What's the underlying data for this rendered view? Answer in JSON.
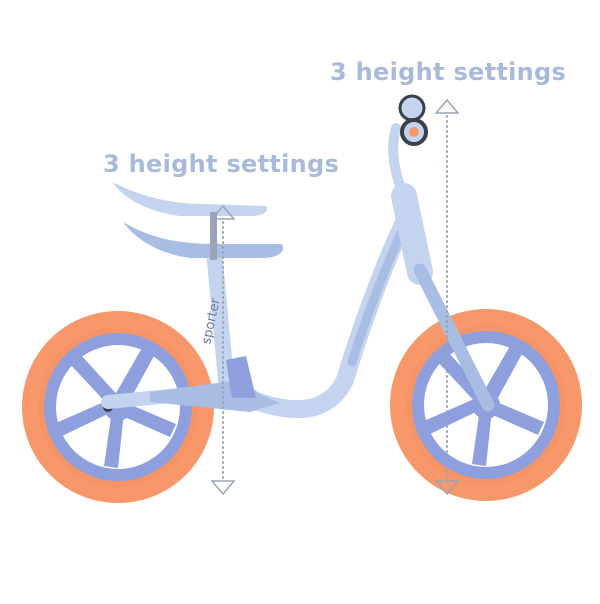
{
  "callouts": {
    "seat_label": "3 height settings",
    "handlebar_label": "3 height settings"
  },
  "product": {
    "brand_text": "sporter"
  },
  "colors": {
    "label_text": "#a9b9da",
    "frame_light": "#c4d4ee",
    "frame_mid": "#a8bde4",
    "wheel_blue": "#8d9fdc",
    "tire_orange": "#f7976a",
    "tire_orange_dark": "#ef8a5c",
    "arrow_dots": "#9aa4b8"
  },
  "icons": [
    "up-down-arrow-icon"
  ]
}
